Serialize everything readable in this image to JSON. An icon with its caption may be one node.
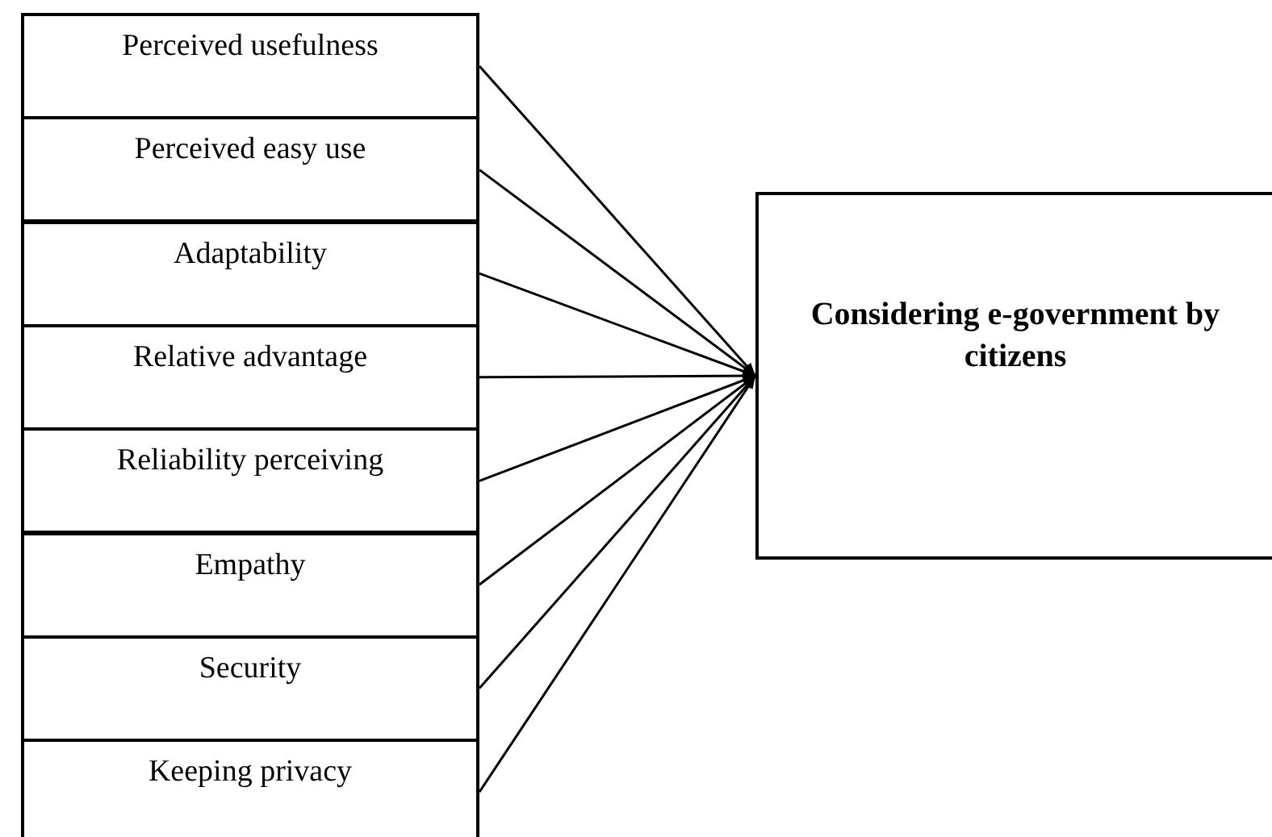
{
  "diagram": {
    "nodes": [
      {
        "text": [
          "Perceived usefulness"
        ]
      },
      {
        "text": [
          "Perceived easy use"
        ]
      },
      {
        "text": [
          "Adaptability"
        ]
      },
      {
        "text": [
          "Relative advantage"
        ]
      },
      {
        "text": [
          "Reliability perceiving"
        ]
      },
      {
        "text": [
          "Empathy"
        ]
      },
      {
        "text": [
          "Security"
        ]
      },
      {
        "text": [
          "Keeping privacy"
        ]
      },
      {
        "text": [
          "Considering e-government by citizens"
        ]
      }
    ],
    "edges": [
      {
        "from": 0,
        "to": 8,
        "arrow": "to"
      },
      {
        "from": 1,
        "to": 8,
        "arrow": "to"
      },
      {
        "from": 2,
        "to": 8,
        "arrow": "to"
      },
      {
        "from": 3,
        "to": 8,
        "arrow": "to"
      },
      {
        "from": 4,
        "to": 8,
        "arrow": "to"
      },
      {
        "from": 5,
        "to": 8,
        "arrow": "to"
      },
      {
        "from": 6,
        "to": 8,
        "arrow": "to"
      },
      {
        "from": 7,
        "to": 8,
        "arrow": "to"
      }
    ]
  }
}
